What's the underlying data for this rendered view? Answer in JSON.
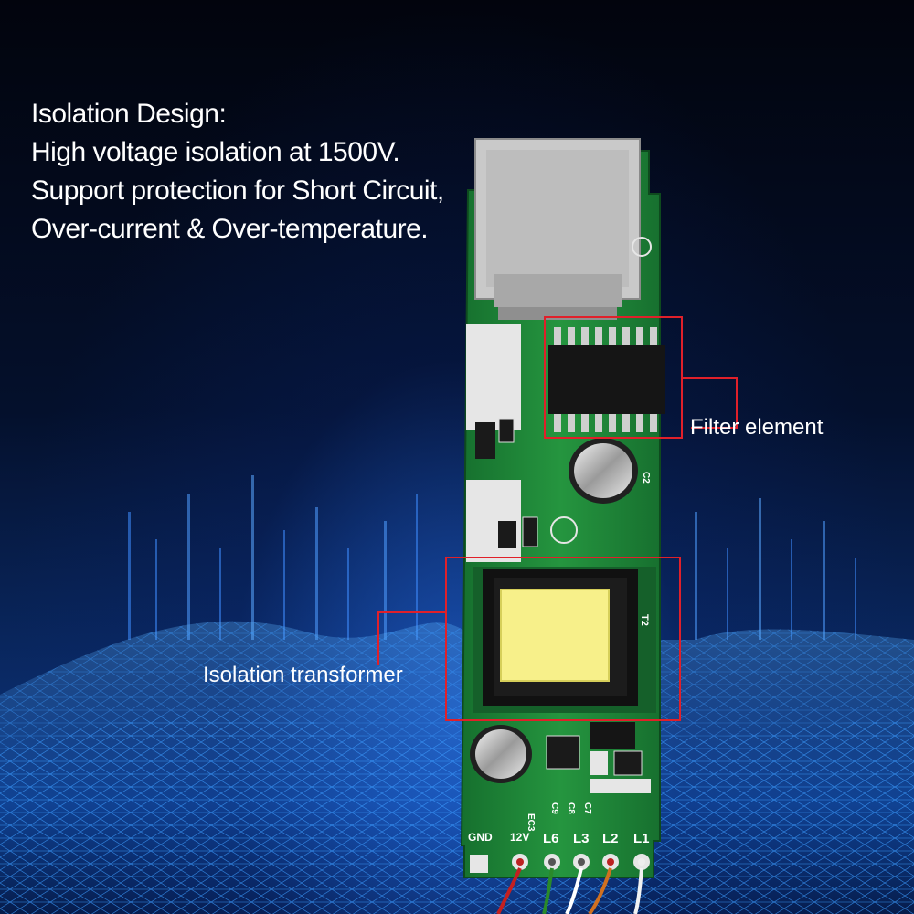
{
  "headline": {
    "lines": [
      "Isolation Design:",
      "High voltage isolation at 1500V.",
      "Support protection for Short Circuit,",
      "Over-current & Over-temperature."
    ]
  },
  "callouts": {
    "filter_element": "Filter element",
    "isolation_transformer": "Isolation transformer"
  },
  "board_silkscreen": {
    "pins": [
      "GND",
      "12V",
      "L6",
      "L3",
      "L2",
      "L1"
    ],
    "markings": [
      "EC3",
      "C9",
      "C8",
      "C7",
      "T2",
      "C2"
    ]
  },
  "colors": {
    "pcb_green": "#1f8a3a",
    "highlight_box": "#e0202a",
    "text": "#ffffff",
    "background_glow": "#1a6cff"
  }
}
